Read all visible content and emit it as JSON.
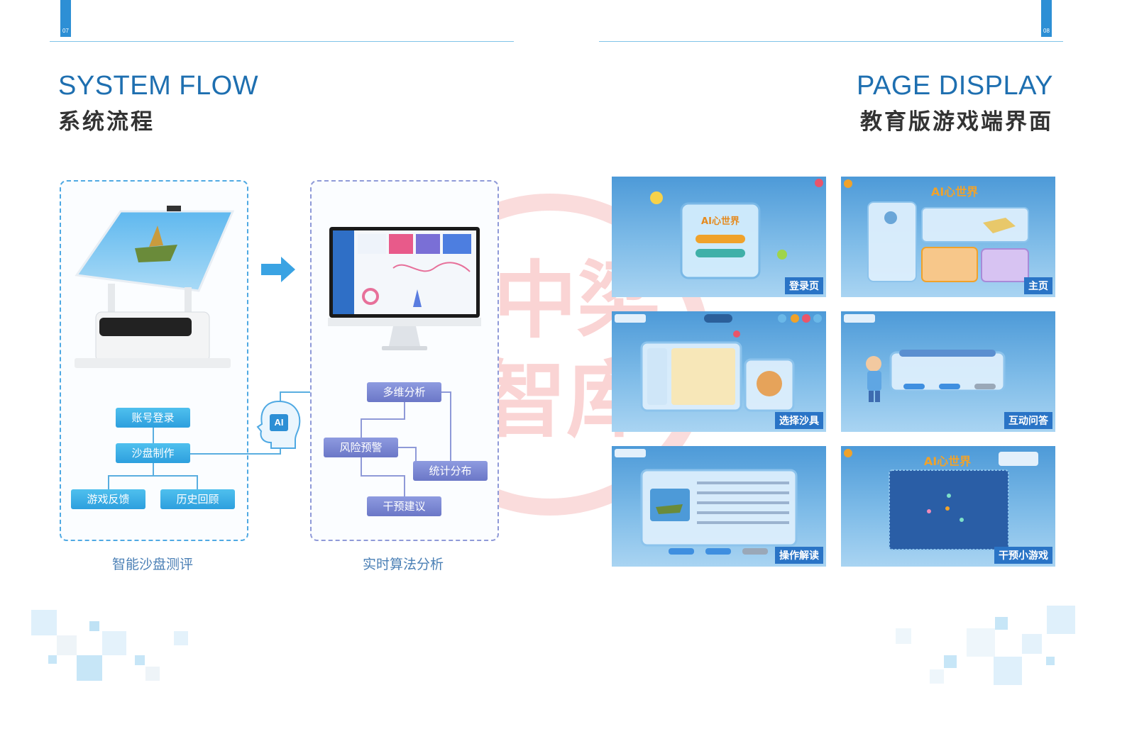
{
  "page_numbers": {
    "left": "07",
    "right": "08"
  },
  "left_section": {
    "title_en": "SYSTEM FLOW",
    "title_cn": "系统流程",
    "box1_caption": "智能沙盘测评",
    "box2_caption": "实时算法分析",
    "sandbox_flow": {
      "login": "账号登录",
      "make": "沙盘制作",
      "feedback": "游戏反馈",
      "history": "历史回顾"
    },
    "ai_badge": "AI",
    "analysis_flow": {
      "multi": "多维分析",
      "risk": "风险预警",
      "stats": "统计分布",
      "intervene": "干预建议"
    }
  },
  "right_section": {
    "title_en": "PAGE DISPLAY",
    "title_cn": "教育版游戏端界面",
    "screens": [
      {
        "label": "登录页"
      },
      {
        "label": "主页"
      },
      {
        "label": "选择沙具"
      },
      {
        "label": "互动问答"
      },
      {
        "label": "操作解读"
      },
      {
        "label": "干预小游戏"
      }
    ],
    "game_logo": "AI心世界"
  },
  "watermark": "中梁智库",
  "colors": {
    "accent_blue": "#1e6fb0",
    "flow_blue": "#2d9fde",
    "flow_violet": "#6b77c7",
    "label_blue": "#2a74c6"
  }
}
